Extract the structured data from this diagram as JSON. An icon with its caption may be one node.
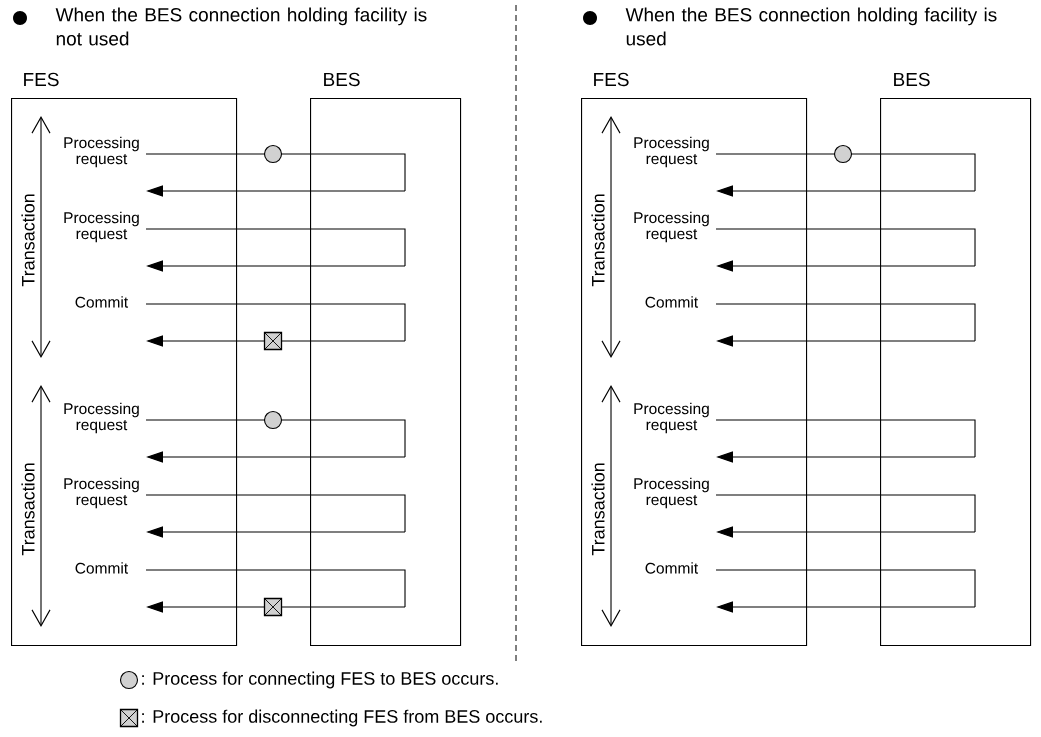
{
  "diagram": {
    "nodes": [
      {
        "text": [
          "FES"
        ]
      },
      {
        "text": [
          "Processing request"
        ],
        "in": 0
      },
      {
        "text": [
          "Processing request"
        ],
        "in": 0
      },
      {
        "text": [
          "Commit"
        ],
        "in": 0
      },
      {
        "text": [
          "Processing request"
        ],
        "in": 0
      },
      {
        "text": [
          "Processing request"
        ],
        "in": 0
      },
      {
        "text": [
          "Commit"
        ],
        "in": 0
      },
      {
        "text": [
          "BES"
        ]
      },
      {
        "text": [
          "FES"
        ]
      },
      {
        "text": [
          "Processing request"
        ],
        "in": 8
      },
      {
        "text": [
          "Processing request"
        ],
        "in": 8
      },
      {
        "text": [
          "Commit"
        ],
        "in": 8
      },
      {
        "text": [
          "Processing request"
        ],
        "in": 8
      },
      {
        "text": [
          "Processing request"
        ],
        "in": 8
      },
      {
        "text": [
          "Commit"
        ],
        "in": 8
      },
      {
        "text": [
          "BES"
        ]
      }
    ],
    "edges": [
      {
        "from": 1,
        "to": 7,
        "arrow": "none"
      },
      {
        "from": 7,
        "to": 1,
        "arrow": "to"
      },
      {
        "from": 2,
        "to": 7,
        "arrow": "none"
      },
      {
        "from": 7,
        "to": 2,
        "arrow": "to"
      },
      {
        "from": 3,
        "to": 7,
        "arrow": "none"
      },
      {
        "from": 7,
        "to": 3,
        "arrow": "to"
      },
      {
        "from": 4,
        "to": 7,
        "arrow": "none"
      },
      {
        "from": 7,
        "to": 4,
        "arrow": "to"
      },
      {
        "from": 5,
        "to": 7,
        "arrow": "none"
      },
      {
        "from": 7,
        "to": 5,
        "arrow": "to"
      },
      {
        "from": 6,
        "to": 7,
        "arrow": "none"
      },
      {
        "from": 7,
        "to": 6,
        "arrow": "to"
      },
      {
        "from": 9,
        "to": 15,
        "arrow": "none"
      },
      {
        "from": 15,
        "to": 9,
        "arrow": "to"
      },
      {
        "from": 10,
        "to": 15,
        "arrow": "none"
      },
      {
        "from": 15,
        "to": 10,
        "arrow": "to"
      },
      {
        "from": 11,
        "to": 15,
        "arrow": "none"
      },
      {
        "from": 15,
        "to": 11,
        "arrow": "to"
      },
      {
        "from": 12,
        "to": 15,
        "arrow": "none"
      },
      {
        "from": 15,
        "to": 12,
        "arrow": "to"
      },
      {
        "from": 13,
        "to": 15,
        "arrow": "none"
      },
      {
        "from": 15,
        "to": 13,
        "arrow": "to"
      },
      {
        "from": 14,
        "to": 15,
        "arrow": "none"
      },
      {
        "from": 15,
        "to": 14,
        "arrow": "to"
      }
    ],
    "labels": [
      "When the BES connection holding facility is not used",
      "When the BES connection holding facility is used",
      "Transaction",
      "Transaction",
      "Transaction",
      "Transaction"
    ],
    "legend": [
      {
        "text": ": Process for connecting FES to BES occurs."
      },
      {
        "text": ": Process for disconnecting FES from BES occurs."
      }
    ]
  }
}
